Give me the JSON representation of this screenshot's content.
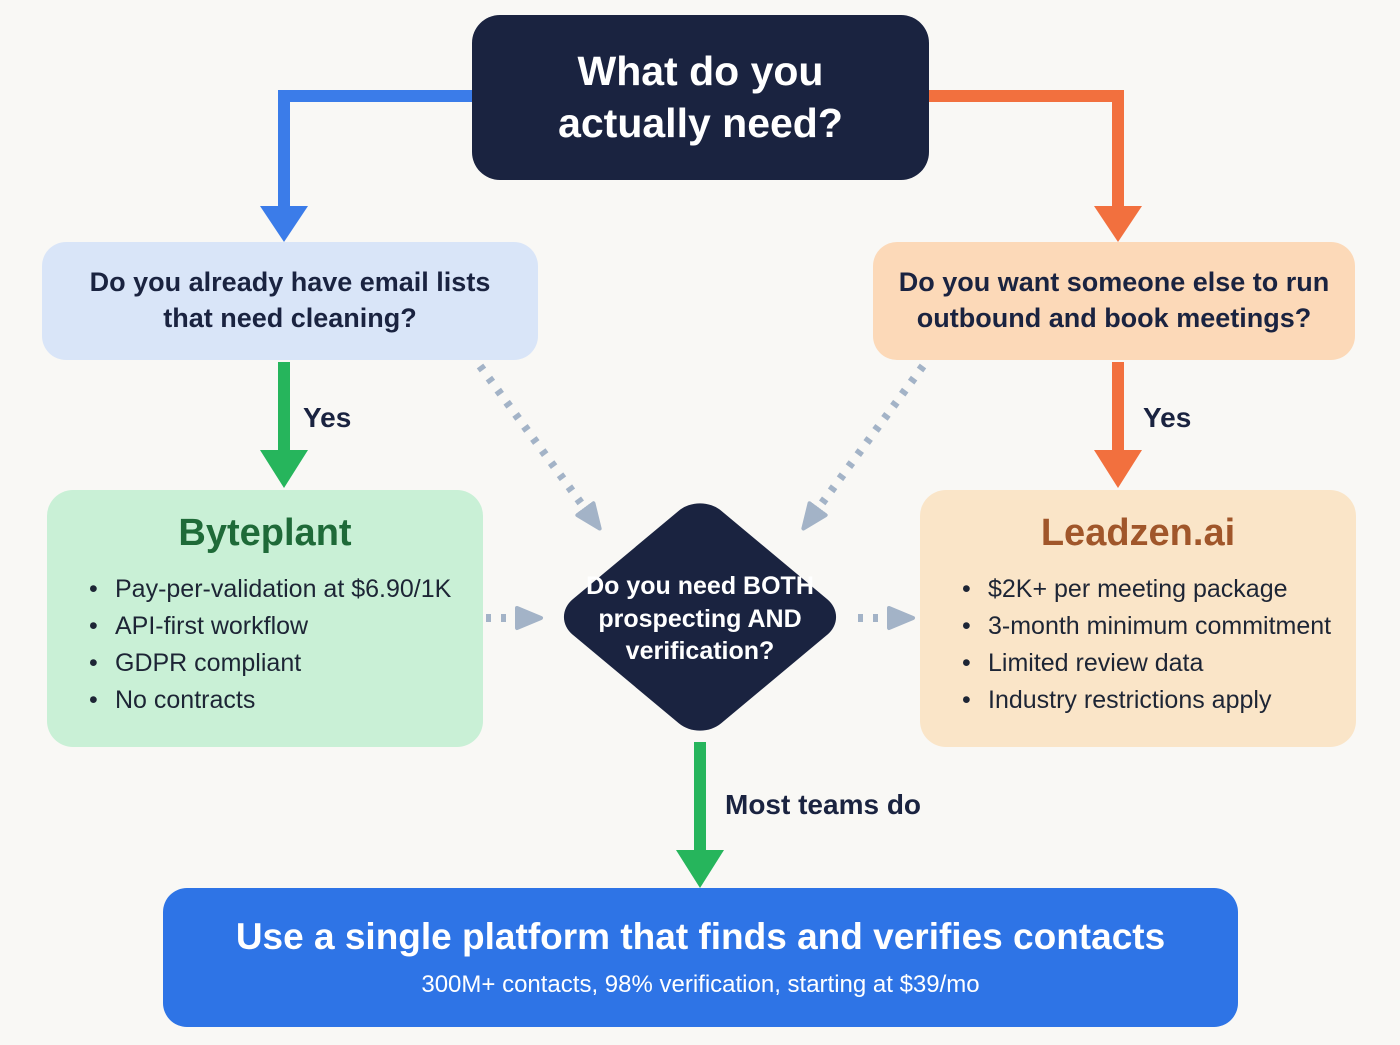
{
  "colors": {
    "bg": "#f9f8f5",
    "navy": "#1a2340",
    "blue": "#3b7ce9",
    "orange": "#f2703e",
    "green": "#26b55c",
    "green-dark": "#1e6a38",
    "brown": "#a0562a",
    "light-blue": "#d9e5f8",
    "peach": "#fcd9b8",
    "light-green": "#c9f0d6",
    "light-peach": "#fae5c8",
    "gray-arrow": "#a3b3c7",
    "bottom-blue": "#2e74e6",
    "text-dark": "#1d2535",
    "white": "#ffffff"
  },
  "root_question": {
    "title": "What do you\nactually need?"
  },
  "left_branch": {
    "question": "Do you already have email lists\nthat need cleaning?",
    "answer_label": "Yes",
    "result": {
      "title": "Byteplant",
      "bullets": [
        "Pay-per-validation at $6.90/1K",
        "API-first workflow",
        "GDPR compliant",
        "No contracts"
      ]
    }
  },
  "right_branch": {
    "question": "Do you want someone else to run\noutbound and book meetings?",
    "answer_label": "Yes",
    "result": {
      "title": "Leadzen.ai",
      "bullets": [
        "$2K+ per meeting package",
        "3-month minimum commitment",
        "Limited review data",
        "Industry restrictions apply"
      ]
    }
  },
  "center_decision": {
    "question": "Do you need BOTH\nprospecting AND\nverification?",
    "answer_label": "Most teams do"
  },
  "recommendation": {
    "title": "Use a single platform that finds and verifies contacts",
    "subtitle": "300M+ contacts, 98% verification, starting at $39/mo"
  }
}
